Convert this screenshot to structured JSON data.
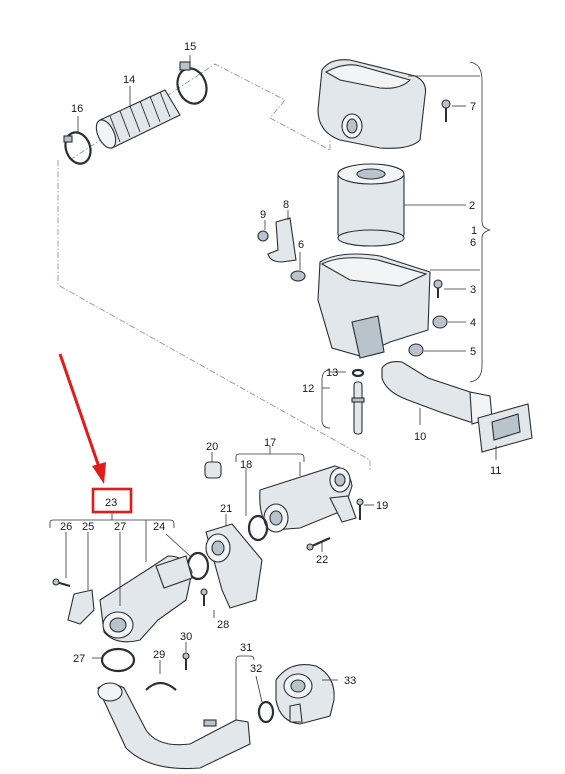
{
  "labels": {
    "p1": "1",
    "p2": "2",
    "p3": "3",
    "p4": "4",
    "p5": "5",
    "p6": "6",
    "p7": "7",
    "p8": "8",
    "p9": "9",
    "p10": "10",
    "p11": "11",
    "p12": "12",
    "p13": "13",
    "p14": "14",
    "p15": "15",
    "p16": "16",
    "p17": "17",
    "p18": "18",
    "p19": "19",
    "p20": "20",
    "p21": "21",
    "p22": "22",
    "p23": "23",
    "p24": "24",
    "p25": "25",
    "p26": "26",
    "p27a": "27",
    "p27b": "27",
    "p28": "28",
    "p29": "29",
    "p30": "30",
    "p31": "31",
    "p32": "32",
    "p33": "33"
  },
  "highlight": {
    "part": "23",
    "color": "#e31b1b"
  },
  "colors": {
    "line": "#2b2f33",
    "dashed_boundary": "#8a9aa8",
    "part_fill": "#e2e7ec"
  }
}
